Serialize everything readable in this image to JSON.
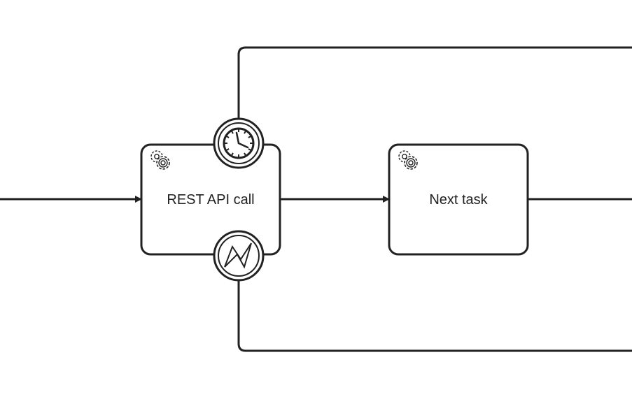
{
  "diagram": {
    "tasks": [
      {
        "id": "rest-api-call",
        "label": "REST API call",
        "type": "service-task"
      },
      {
        "id": "next-task",
        "label": "Next task",
        "type": "service-task"
      }
    ],
    "boundary_events": [
      {
        "attached_to": "rest-api-call",
        "type": "timer",
        "icon": "clock-icon"
      },
      {
        "attached_to": "rest-api-call",
        "type": "error",
        "icon": "lightning-icon"
      }
    ],
    "flows": [
      {
        "from": "left-edge",
        "to": "rest-api-call"
      },
      {
        "from": "rest-api-call",
        "to": "next-task"
      },
      {
        "from": "next-task",
        "to": "right-edge"
      },
      {
        "from": "timer-event",
        "to": "right-edge"
      },
      {
        "from": "error-event",
        "to": "right-edge"
      }
    ],
    "colors": {
      "stroke": "#222222",
      "fill": "#ffffff",
      "background": "#ffffff"
    }
  }
}
